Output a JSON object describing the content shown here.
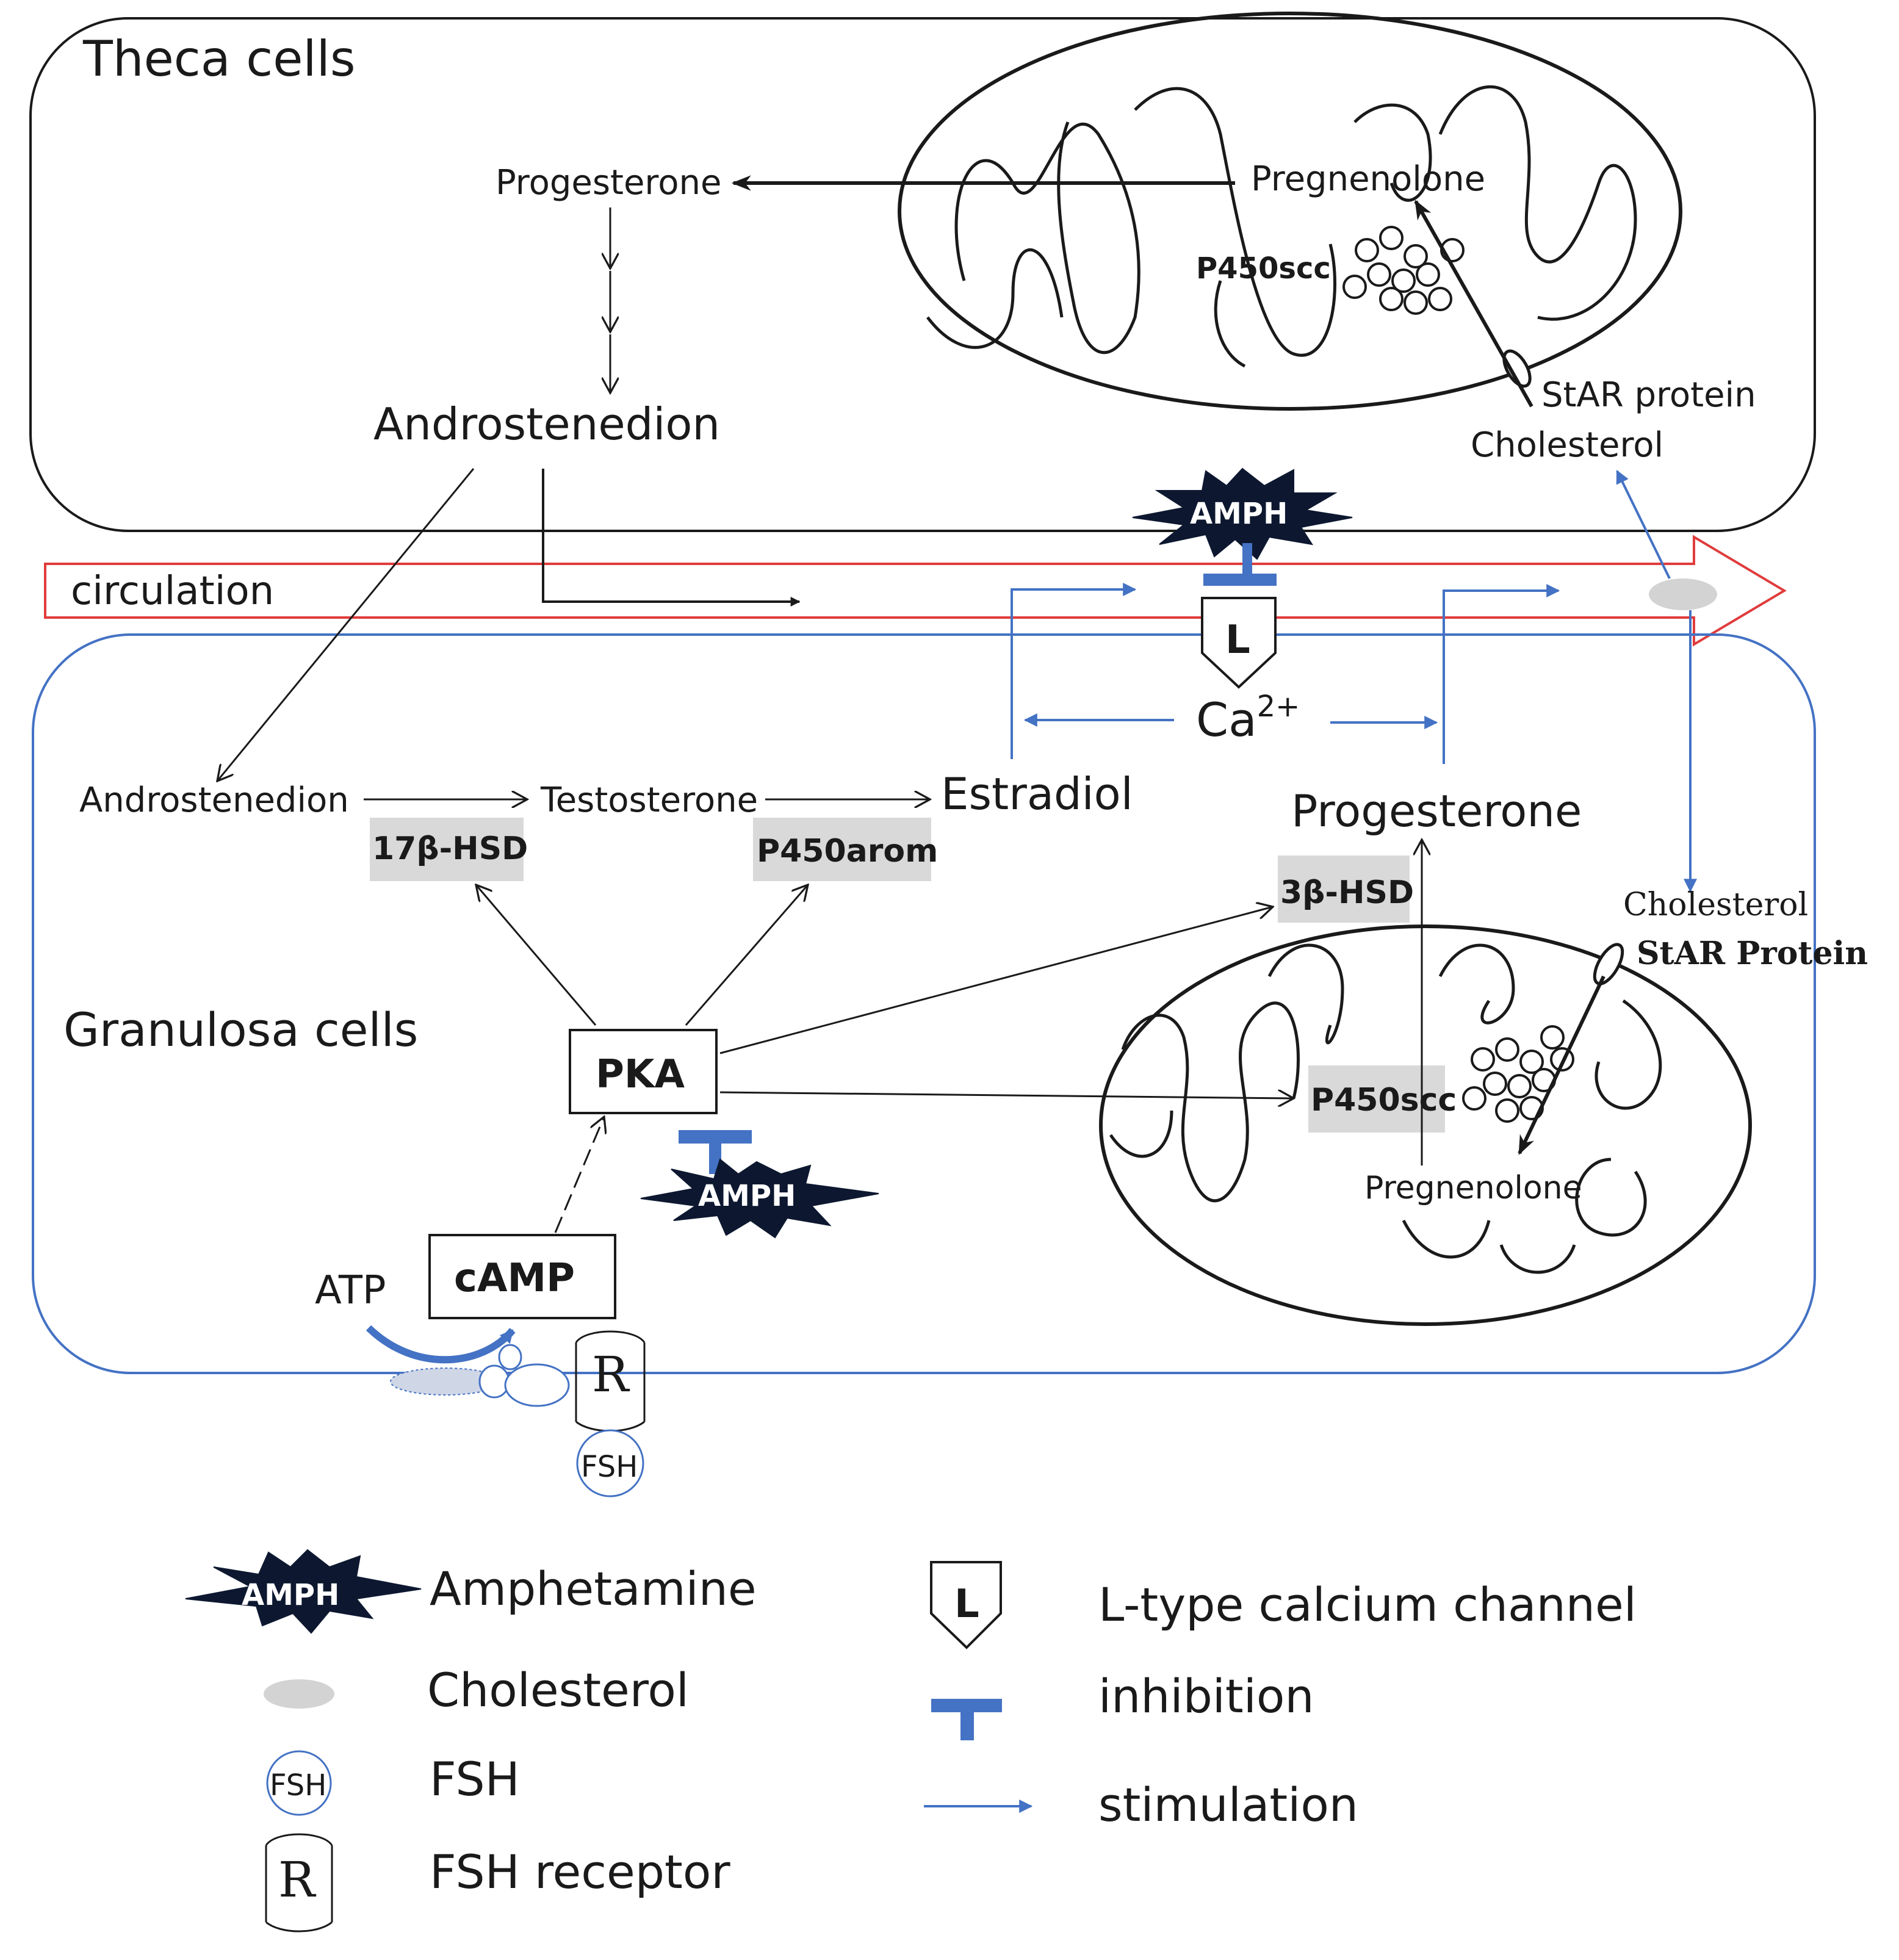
{
  "compartments": {
    "theca": "Theca cells",
    "granulosa": "Granulosa cells",
    "circulation": "circulation"
  },
  "theca": {
    "progesterone": "Progesterone",
    "pregnenolone": "Pregnenolone",
    "p450scc": "P450scc",
    "androstenedion": "Androstenedion",
    "star": "StAR protein",
    "cholesterol": "Cholesterol"
  },
  "amph_label": "AMPH",
  "channel_label": "L",
  "calcium": {
    "base": "Ca",
    "sup": "2+"
  },
  "granulosa": {
    "androstenedion": "Androstenedion",
    "testosterone": "Testosterone",
    "estradiol": "Estradiol",
    "progesterone": "Progesterone",
    "hsd17": "17β-HSD",
    "p450arom": "P450arom",
    "hsd3": "3β-HSD",
    "cholesterol": "Cholesterol",
    "star": "StAR Protein",
    "pka": "PKA",
    "p450scc": "P450scc",
    "pregnenolone": "Pregnenolone",
    "camp": "cAMP",
    "atp": "ATP",
    "receptor": "R",
    "fsh": "FSH"
  },
  "legend": {
    "amph_symbol": "AMPH",
    "amphetamine": "Amphetamine",
    "cholesterol": "Cholesterol",
    "fsh_symbol": "FSH",
    "fsh": "FSH",
    "receptor_symbol": "R",
    "fsh_receptor": "FSH receptor",
    "channel_symbol": "L",
    "l_type": "L-type calcium channel",
    "inhibition": "inhibition",
    "stimulation": "stimulation"
  },
  "colors": {
    "blue": "#4472c4",
    "red": "#e03c3c",
    "gray_box": "#d9d9d9",
    "black": "#1a1a1a"
  }
}
